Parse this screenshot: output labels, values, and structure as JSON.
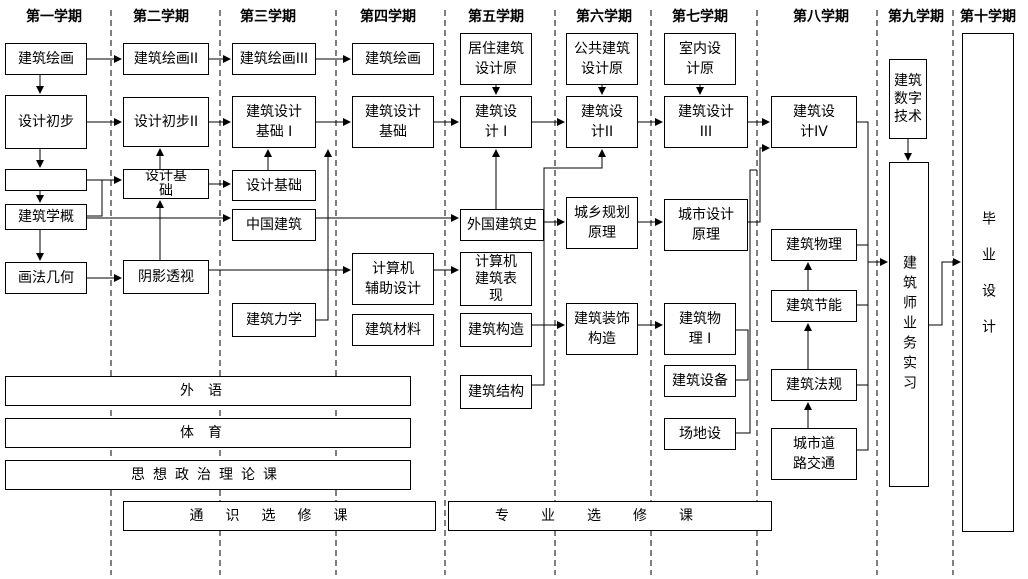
{
  "semesters": [
    "第一学期",
    "第二学期",
    "第三学期",
    "第四学期",
    "第五学期",
    "第六学期",
    "第七学期",
    "第八学期",
    "第九学期",
    "第十学期"
  ],
  "courses": {
    "s1_drawing": "建筑绘画",
    "s1_design_intro": "设计初步",
    "s1_blank": "",
    "s1_arch_overview": "建筑学概",
    "s1_descriptive_geometry": "画法几何",
    "s2_drawing": "建筑绘画II",
    "s2_design_intro": "设计初步II",
    "s2_design_basics": "设计基\n础",
    "s2_perspective": "阴影透视",
    "s3_drawing": "建筑绘画III",
    "s3_design_basics": "建筑设计\n基础 I",
    "s3_design_basics_b": "设计基础",
    "s3_chinese_arch": "中国建筑",
    "s3_mechanics": "建筑力学",
    "s4_drawing": "建筑绘画",
    "s4_design_basics": "建筑设计\n基础",
    "s4_cad": "计算机\n辅助设计",
    "s4_materials": "建筑材料",
    "s5_residential": "居住建筑\n设计原",
    "s5_design": "建筑设\n计 I",
    "s5_foreign_arch": "外国建筑史",
    "s5_computer_rep": "计算机\n建筑表\n现",
    "s5_construction": "建筑构造",
    "s5_structure": "建筑结构",
    "s6_public": "公共建筑\n设计原",
    "s6_design": "建筑设\n计II",
    "s6_planning": "城乡规划\n原理",
    "s6_decoration": "建筑装饰\n构造",
    "s7_interior": "室内设\n计原",
    "s7_design": "建筑设计\nIII",
    "s7_urban_design": "城市设计\n原理",
    "s7_physics": "建筑物\n理 I",
    "s7_equipment": "建筑设备",
    "s7_site": "场地设",
    "s8_design": "建筑设\n计IV",
    "s8_physics": "建筑物理",
    "s8_energy": "建筑节能",
    "s8_regulations": "建筑法规",
    "s8_traffic": "城市道\n路交通",
    "s9_digital": "建筑数字\n技术",
    "s9_practice": "建筑师业务实习",
    "s10_graduation": "毕业设计"
  },
  "general": {
    "foreign_language": "外语",
    "pe": "体育",
    "politics": "思想政治理论课",
    "general_electives": "通识选修课",
    "major_electives": "专业选修课"
  }
}
